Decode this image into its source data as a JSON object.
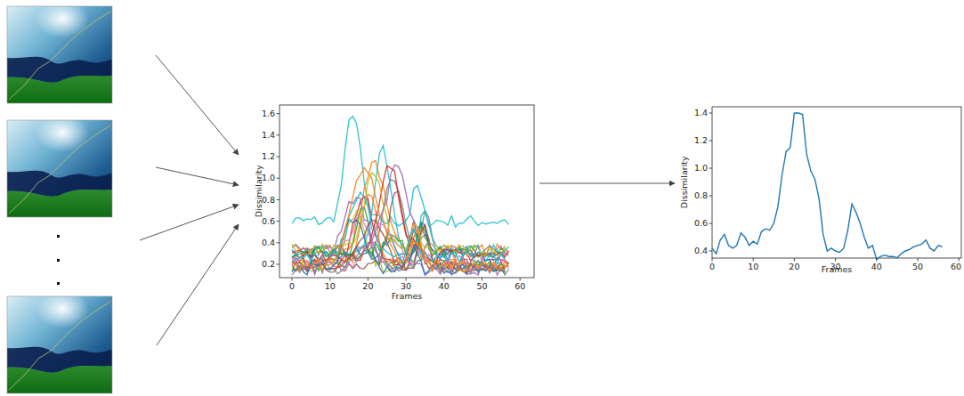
{
  "diagram": {
    "labels": [
      "1.6",
      "1.4",
      "1.2",
      "1.0",
      "0.8",
      "0.6",
      "0.4",
      "0.2",
      "Dissimilarity",
      "0",
      "10",
      "20",
      "30",
      "40",
      "50",
      "60",
      "Frames",
      "1.4",
      "1.2",
      "1.0",
      "0.8",
      "0.6",
      "0.4",
      "Dissimilarity",
      "0",
      "10",
      "20",
      "30",
      "40",
      "50",
      "60",
      "Frames"
    ]
  }
}
